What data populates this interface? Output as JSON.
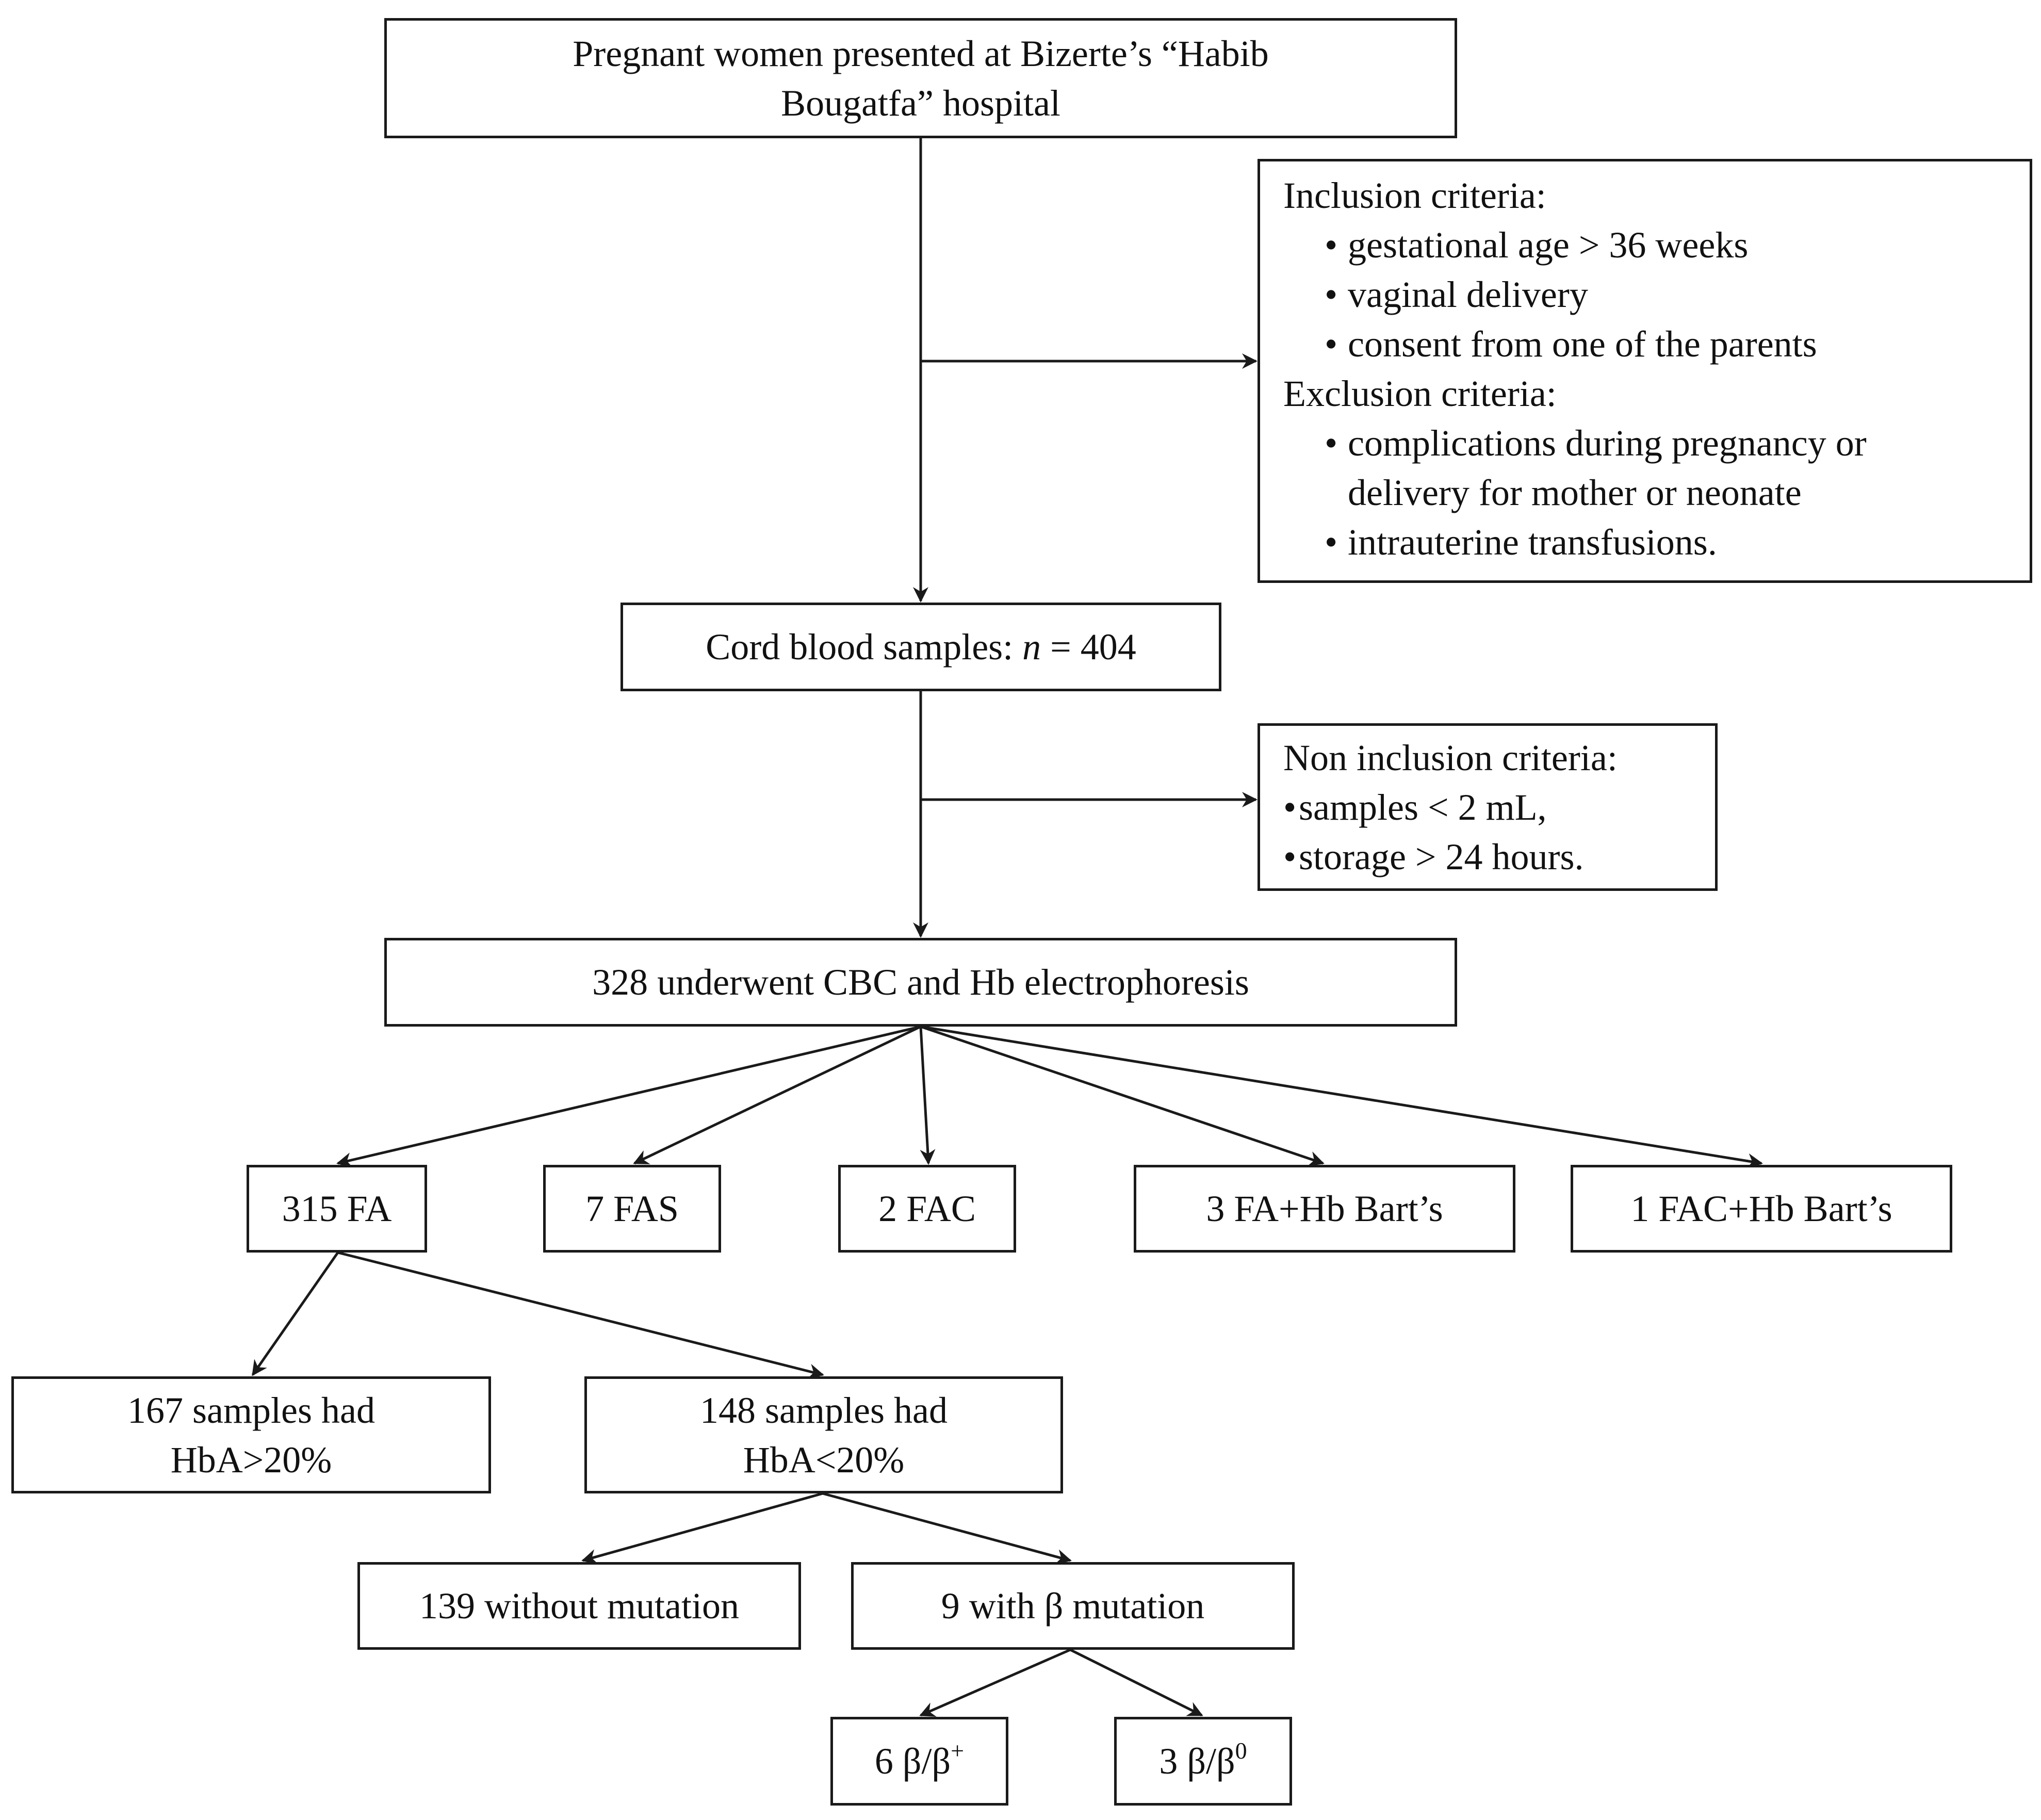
{
  "start": {
    "line1": "Pregnant women presented at Bizerte’s “Habib",
    "line2": "Bougatfa” hospital"
  },
  "criteria": {
    "inclusion_title": "Inclusion criteria:",
    "inclusion_items": [
      "gestational age > 36 weeks",
      "vaginal delivery",
      "consent from one of the parents"
    ],
    "exclusion_title": "Exclusion criteria:",
    "exclusion_item1_line1": "complications during pregnancy or",
    "exclusion_item1_line2": "delivery for mother or neonate",
    "exclusion_item2": "intrauterine transfusions."
  },
  "cord": {
    "prefix": "Cord blood samples: ",
    "var": "n",
    "suffix": " = 404"
  },
  "non_inclusion": {
    "title": "Non inclusion criteria:",
    "items": [
      "samples < 2 mL,",
      "storage > 24 hours."
    ]
  },
  "cbc": "328 underwent CBC and Hb electrophoresis",
  "groups": [
    "315 FA",
    "7 FAS",
    "2 FAC",
    "3 FA+Hb Bart’s",
    "1 FAC+Hb Bart’s"
  ],
  "hba_high": {
    "line1": "167 samples had",
    "line2": "HbA>20%"
  },
  "hba_low": {
    "line1": "148 samples had",
    "line2": "HbA<20%"
  },
  "mutation": {
    "without": "139 without mutation",
    "with": "9 with β mutation"
  },
  "genotypes": [
    {
      "base": "6 β/β",
      "sup": "+"
    },
    {
      "base": "3 β/β",
      "sup": "0"
    }
  ],
  "bullet_char": "•"
}
